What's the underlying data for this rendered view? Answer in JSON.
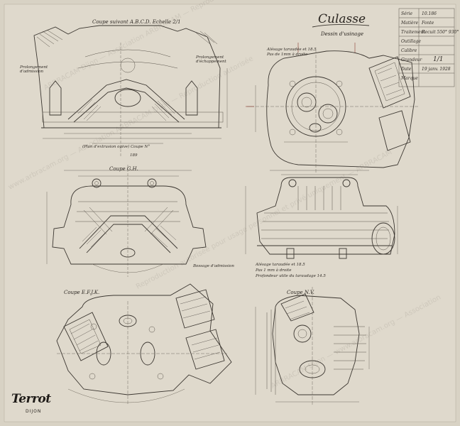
{
  "title": {
    "main": "Culasse",
    "subtitle": "Dessin d'usinage"
  },
  "views": {
    "coupe_top_left": "Coupe suivant A.B.C.D. Echelle 2/1",
    "coupe_mid_left": "Coupe G.H.",
    "coupe_bot_left": "Coupe E.F.J.K.",
    "coupe_bot_right": "Coupe N.V."
  },
  "annotations": {
    "prolongement_admission": "Prolongement d'admission",
    "prolongement_echappement": "Prolongement d'échappement",
    "note_top_right_1": "Alésage taraudée et 18.5",
    "note_top_right_2": "Pas de 1mm à droite",
    "note_bot_right_1": "Alésage taraudée et 18.5",
    "note_bot_right_2": "Pas 1 mm à droite",
    "note_bot_right_3": "Profondeur utile du taraudage 14.5",
    "admission_label": "Bossage d'admission",
    "plan_note": "(Plan d'extrusion ogive) Coupe N°",
    "dim_189": "189"
  },
  "title_block": {
    "rows": [
      {
        "label": "Série",
        "value": "10.186"
      },
      {
        "label": "Matière",
        "value": "Fonte"
      },
      {
        "label": "Traitement",
        "value": "Recuit 550° 930°"
      },
      {
        "label": "Outillage",
        "value": ""
      },
      {
        "label": "Calibre",
        "value": ""
      },
      {
        "label": "Grandeur",
        "value": "1/1"
      },
      {
        "label": "Date",
        "value": "19 janv. 1928"
      },
      {
        "label": "Marque",
        "value": ""
      }
    ]
  },
  "brand": {
    "name": "Terrot",
    "city": "DIJON"
  },
  "watermark": {
    "lines": [
      "ARBRACAM Dijon — Association ARBRACAM — Reproduction autorisée pour usage personnel",
      "www.arbracam.org — Association ARBRACAM Dijon — Reproduction autorisée",
      "Reproduction autorisée pour usage personnel et privé uniquement — ARBRACAM",
      "ARBRACAM Dijon — www.arbracam.org — Association"
    ]
  }
}
